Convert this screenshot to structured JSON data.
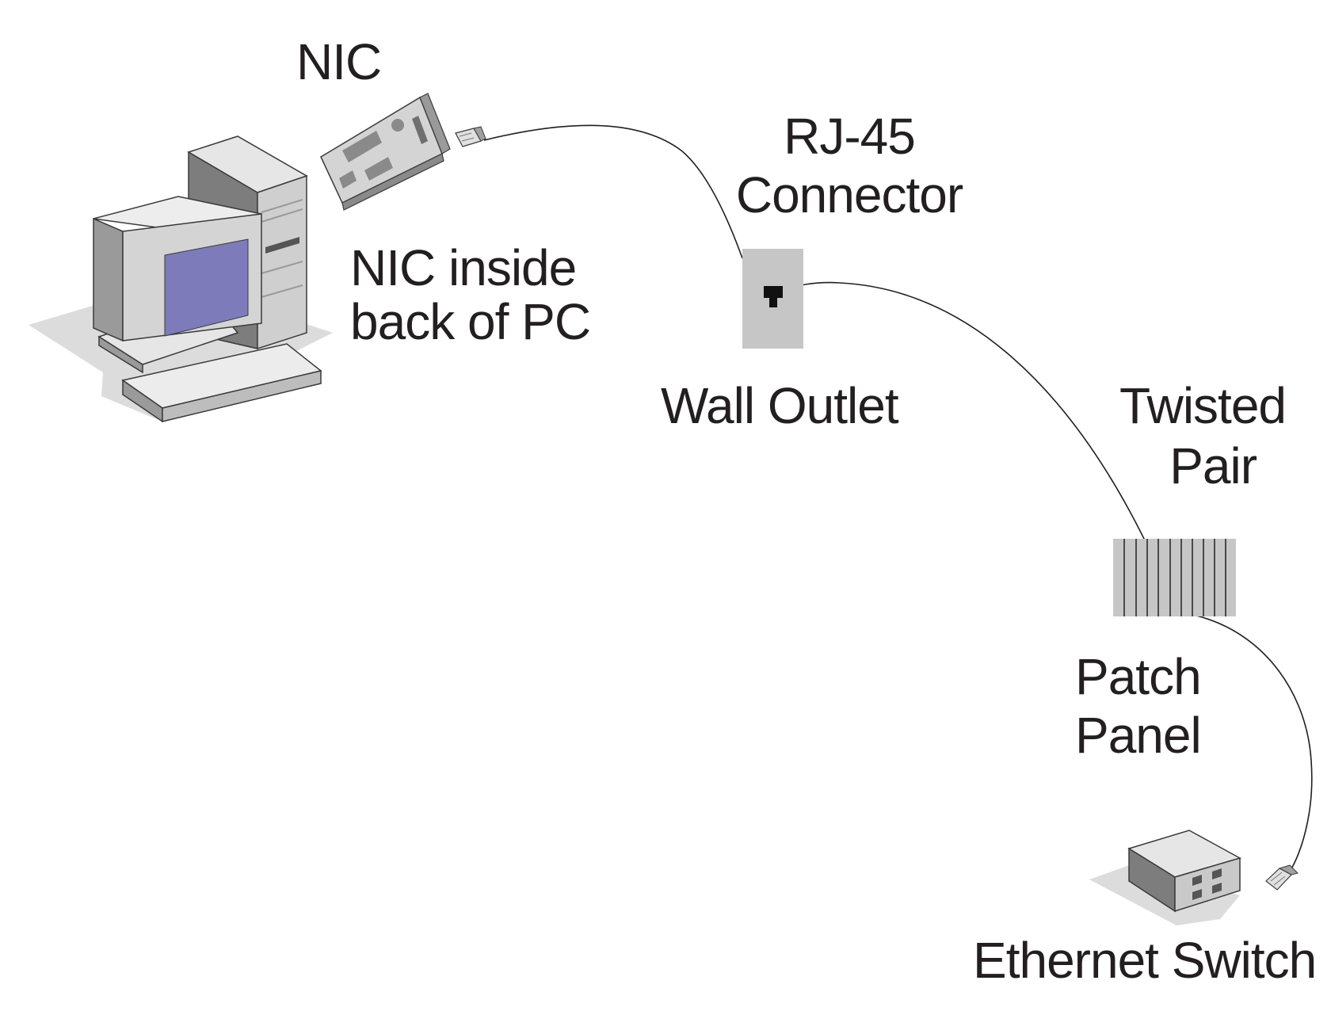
{
  "labels": {
    "nic": "NIC",
    "nic_inside_line1": "NIC inside",
    "nic_inside_line2": "back of PC",
    "rj45_line1": "RJ-45",
    "rj45_line2": "Connector",
    "wall_outlet": "Wall Outlet",
    "twisted_line1": "Twisted",
    "twisted_line2": "Pair",
    "patch_line1": "Patch",
    "patch_line2": "Panel",
    "ethernet_switch": "Ethernet Switch"
  },
  "colors": {
    "text": "#231f20",
    "cable": "#231f20",
    "screen": "#7e7bbb",
    "device_light": "#e6e6e6",
    "device_mid": "#b4b4b4",
    "device_dark": "#7d7d7d",
    "shadow": "#dcdcdc",
    "outlet": "#c6c6c6",
    "jack": "#111111"
  },
  "icons": [
    "pc-icon",
    "nic-card-icon",
    "rj45-plug-icon",
    "wall-outlet-icon",
    "patch-panel-icon",
    "ethernet-switch-icon"
  ]
}
